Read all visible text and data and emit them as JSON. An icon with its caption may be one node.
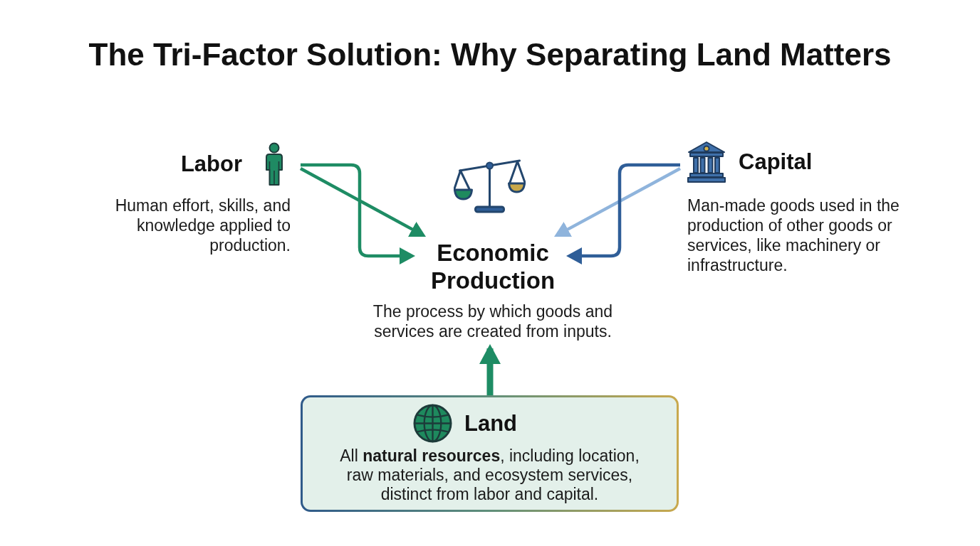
{
  "diagram": {
    "title": "The Tri-Factor Solution: Why Separating Land Matters",
    "nodes": [
      {
        "text": [
          "Labor",
          "Human effort, skills, and knowledge applied to production."
        ]
      },
      {
        "text": [
          "Economic Production",
          "The process by which goods and services are created from inputs."
        ]
      },
      {
        "text": [
          "Capital",
          "Man-made goods used in the production of other goods or services, like machinery or infrastructure."
        ]
      },
      {
        "text": [
          "Land",
          "All **natural resources**, including location, raw materials, and ecosystem services, distinct from labor and capital."
        ]
      }
    ],
    "edges": [
      {
        "from": 0,
        "to": 1,
        "arrow": "to"
      },
      {
        "from": 0,
        "to": 1,
        "arrow": "to"
      },
      {
        "from": 2,
        "to": 1,
        "arrow": "to",
        "color": "#8fb4dc"
      },
      {
        "from": 2,
        "to": 1,
        "arrow": "to",
        "color": "#2f5e98"
      },
      {
        "from": 3,
        "to": 1,
        "arrow": "to",
        "style": "thick"
      }
    ]
  }
}
